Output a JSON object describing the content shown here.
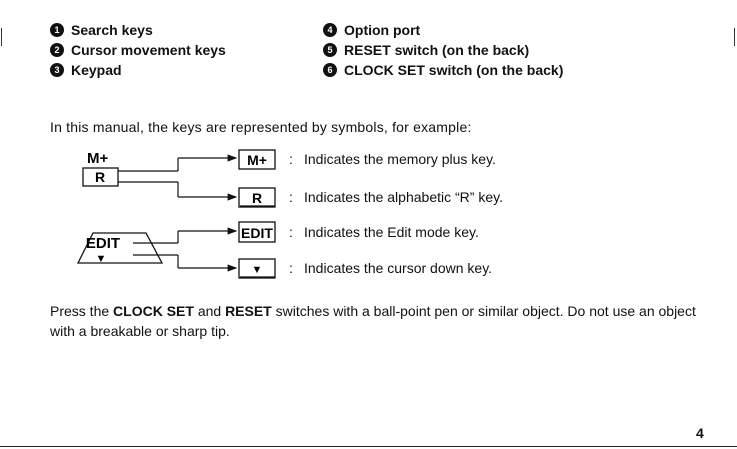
{
  "legend": {
    "left": [
      {
        "num": "1",
        "label": "Search keys"
      },
      {
        "num": "2",
        "label": "Cursor movement keys"
      },
      {
        "num": "3",
        "label": "Keypad"
      }
    ],
    "right": [
      {
        "num": "4",
        "label": "Option port"
      },
      {
        "num": "5",
        "label": "RESET switch (on the back)"
      },
      {
        "num": "6",
        "label": "CLOCK SET switch (on the back)"
      }
    ]
  },
  "intro": "In this manual, the keys are represented by symbols, for example:",
  "examples": [
    {
      "source": "M+",
      "symbol": "M+",
      "description": "Indicates the memory plus key."
    },
    {
      "source": "R",
      "symbol": "R",
      "description": "Indicates the alphabetic “R” key."
    },
    {
      "source": "EDIT",
      "symbol": "EDIT",
      "description": "Indicates the Edit mode key."
    },
    {
      "source": "▼",
      "symbol": "▼",
      "description": "Indicates the cursor down key."
    }
  ],
  "colon": ":",
  "paragraph": {
    "part1": "Press the",
    "clock_set": "CLOCK SET",
    "part2": "and",
    "reset": "RESET",
    "part3": "switches with a ball-point pen or similar object. Do not use an object with a breakable or sharp tip."
  },
  "page_number": "4"
}
